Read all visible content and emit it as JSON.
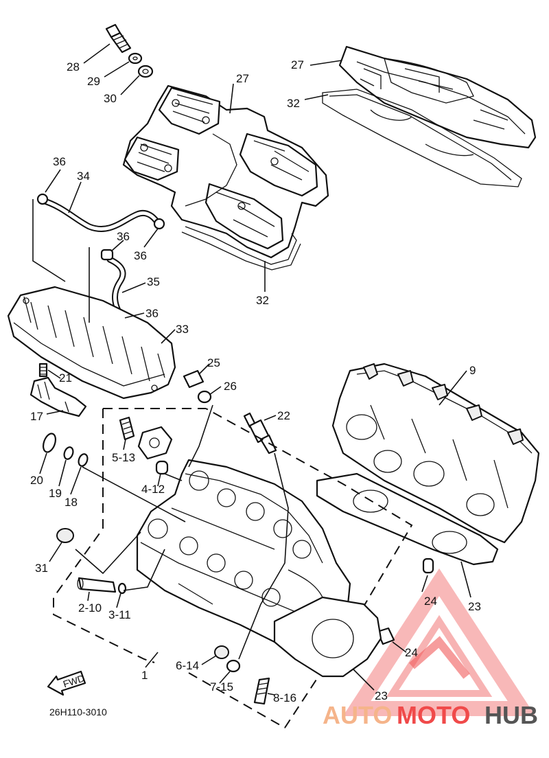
{
  "diagram": {
    "code": "26H110-3010",
    "fwd_label": "FWD",
    "watermark": {
      "part1": "AUTO",
      "part2": "MOTO",
      "part3": "HUB",
      "color_red": "#f04a4a",
      "color_orange": "#f5b48a",
      "color_gray": "#555555"
    },
    "callouts": {
      "c28": "28",
      "c29": "29",
      "c30": "30",
      "c27a": "27",
      "c27b": "27",
      "c32a": "32",
      "c32b": "32",
      "c36a": "36",
      "c34": "34",
      "c36b": "36",
      "c36c": "36",
      "c35": "35",
      "c36d": "36",
      "c33": "33",
      "c21": "21",
      "c17": "17",
      "c25": "25",
      "c26": "26",
      "c9": "9",
      "c22": "22",
      "c5_13": "5-13",
      "c4_12": "4-12",
      "c20": "20",
      "c19": "19",
      "c18": "18",
      "c31": "31",
      "c2_10": "2-10",
      "c3_11": "3-11",
      "c1": "1",
      "c6_14": "6-14",
      "c7_15": "7-15",
      "c8_16": "8-16",
      "c23a": "23",
      "c23b": "23",
      "c24a": "24",
      "c24b": "24"
    }
  }
}
